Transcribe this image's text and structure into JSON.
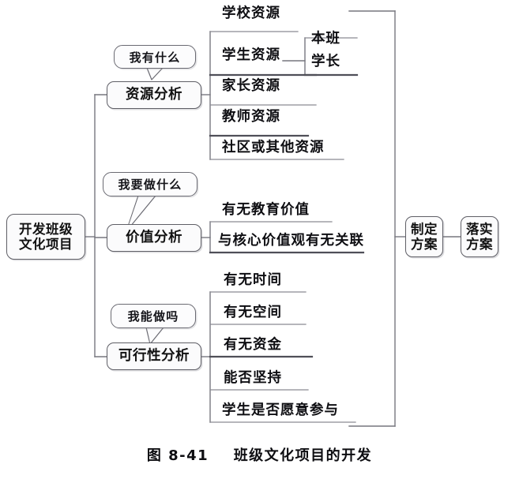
{
  "diagram": {
    "title": "班级文化项目的开发",
    "figure_number": "图 8-41",
    "type": "tree-mindmap"
  },
  "root": {
    "label": "开发班级\n文化项目",
    "line1": "开发班级",
    "line2": "文化项目"
  },
  "branches": [
    {
      "id": "resource",
      "node_label": "资源分析",
      "bubble_label": "我有什么",
      "leaves": [
        {
          "label": "学校资源"
        },
        {
          "label": "学生资源",
          "children": [
            {
              "label": "本班"
            },
            {
              "label": "学长"
            }
          ]
        },
        {
          "label": "家长资源"
        },
        {
          "label": "教师资源"
        },
        {
          "label": "社区或其他资源"
        }
      ]
    },
    {
      "id": "value",
      "node_label": "价值分析",
      "bubble_label": "我要做什么",
      "leaves": [
        {
          "label": "有无教育价值"
        },
        {
          "label": "与核心价值观有无关联"
        }
      ]
    },
    {
      "id": "feasibility",
      "node_label": "可行性分析",
      "bubble_label": "我能做吗",
      "leaves": [
        {
          "label": "有无时间"
        },
        {
          "label": "有无空间"
        },
        {
          "label": "有无资金"
        },
        {
          "label": "能否坚持"
        },
        {
          "label": "学生是否愿意参与"
        }
      ]
    }
  ],
  "outcomes": [
    {
      "id": "make-plan",
      "line1": "制定",
      "line2": "方案"
    },
    {
      "id": "implement-plan",
      "line1": "落实",
      "line2": "方案"
    }
  ],
  "colors": {
    "line": "#6f6f78",
    "line_dark": "#4a4a52",
    "text": "#111116",
    "box_fill": "#fbfbfc",
    "background": "#ffffff"
  }
}
